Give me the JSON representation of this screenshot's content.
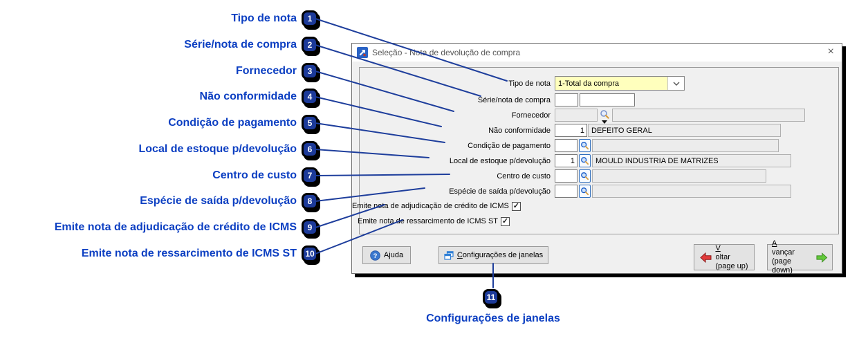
{
  "colors": {
    "ann-blue": "#0c3fc2",
    "callout-fill": "#1c3a99",
    "line-blue": "#1e3e9c",
    "field-yellow": "#ffffbd",
    "btn-face": "#e3e3e3",
    "icon-blue": "#2f7fd6",
    "arrow-red": "#e23b3b",
    "arrow-green": "#63c93a"
  },
  "annotations": {
    "items": [
      {
        "num": "1",
        "label": "Tipo de nota"
      },
      {
        "num": "2",
        "label": "Série/nota de compra"
      },
      {
        "num": "3",
        "label": "Fornecedor"
      },
      {
        "num": "4",
        "label": "Não conformidade"
      },
      {
        "num": "5",
        "label": "Condição de pagamento"
      },
      {
        "num": "6",
        "label": "Local de estoque p/devolução"
      },
      {
        "num": "7",
        "label": "Centro de custo"
      },
      {
        "num": "8",
        "label": "Espécie de saída p/devolução"
      },
      {
        "num": "9",
        "label": "Emite nota de adjudicação de crédito de ICMS"
      },
      {
        "num": "10",
        "label": "Emite nota de ressarcimento de ICMS ST"
      }
    ],
    "bottom": {
      "num": "11",
      "label": "Configurações de janelas"
    }
  },
  "icons": {
    "close_glyph": "×",
    "check_glyph": "✓",
    "help_glyph": "?"
  },
  "dialog": {
    "title": "Seleção - Nota de devolução de compra",
    "fields": {
      "tipo_de_nota": {
        "label": "Tipo de nota",
        "value": "1-Total da compra"
      },
      "serie_nota": {
        "label": "Série/nota de compra",
        "value1": "",
        "value2": ""
      },
      "fornecedor": {
        "label": "Fornecedor",
        "code": "",
        "description": ""
      },
      "nao_conformidade": {
        "label": "Não conformidade",
        "code": "1",
        "description": "DEFEITO GERAL"
      },
      "condicao_pagamento": {
        "label": "Condição de pagamento",
        "code": "",
        "description": ""
      },
      "local_estoque": {
        "label": "Local de estoque p/devolução",
        "code": "1",
        "description": "MOULD INDUSTRIA DE MATRIZES"
      },
      "centro_custo": {
        "label": "Centro de custo",
        "code": "",
        "description": ""
      },
      "especie_saida": {
        "label": "Espécie de saída p/devolução",
        "code": "",
        "description": ""
      },
      "emite_adjudicacao": {
        "label": "Emite nota de adjudicação de crédito de ICMS",
        "checked": true
      },
      "emite_ressarcimento": {
        "label": "Emite nota de ressarcimento de ICMS ST",
        "checked": true
      }
    },
    "buttons": {
      "ajuda": {
        "pre": "A",
        "u": "j",
        "post": "uda"
      },
      "configuracoes": {
        "u": "C",
        "post": "onfigurações de janelas"
      },
      "voltar": {
        "u": "V",
        "post": "oltar",
        "sub": "(page up)"
      },
      "avancar": {
        "u": "A",
        "post": "vançar",
        "sub": "(page down)"
      }
    }
  }
}
